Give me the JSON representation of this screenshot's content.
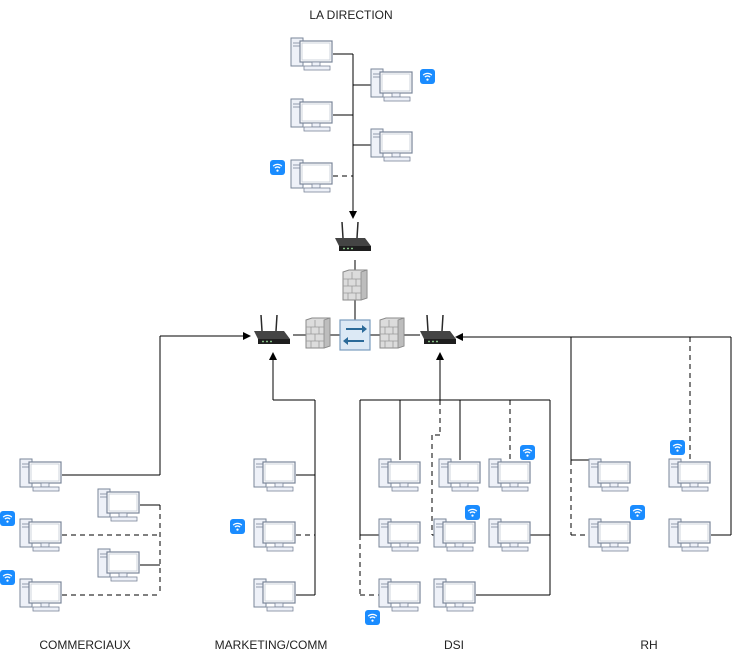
{
  "labels": {
    "direction": "LA DIRECTION",
    "commerciaux": "COMMERCIAUX",
    "marketing": "MARKETING/COMM",
    "dsi": "DSI",
    "rh": "RH"
  },
  "icons": {
    "computer": "desktop-computer-icon",
    "router": "wireless-router-icon",
    "firewall": "firewall-icon",
    "switch": "network-switch-icon",
    "wifi": "wifi-badge-icon"
  },
  "colors": {
    "line": "#000000",
    "wifi_badge": "#1a8cff",
    "computer_body": "#eef1f8",
    "computer_stroke": "#7a8699",
    "switch_fill": "#dce9f5",
    "switch_arrows": "#2b6a99",
    "router": "#2a2a2a",
    "firewall": "#dcdcdc"
  }
}
